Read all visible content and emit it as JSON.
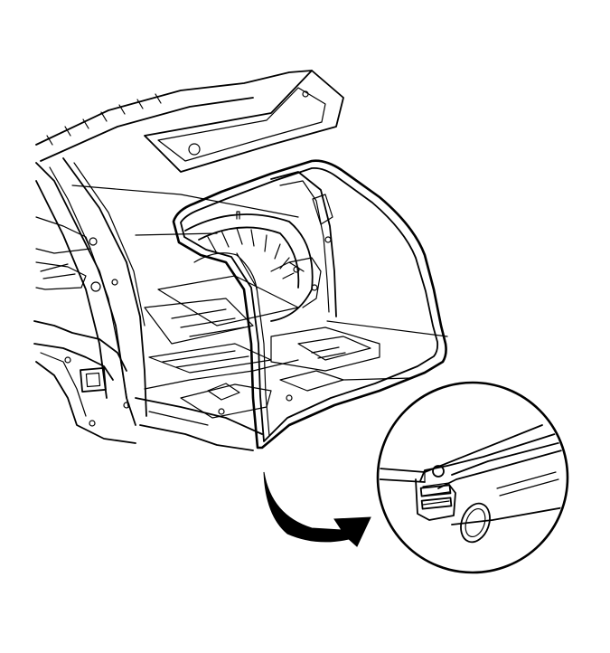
{
  "diagram": {
    "components": [
      {
        "name": "vehicle-body-rear",
        "kind": "illustration"
      },
      {
        "name": "liftgate-opening-weatherstrip",
        "kind": "illustration"
      },
      {
        "name": "weatherstrip-cross-section-detail",
        "kind": "illustration"
      },
      {
        "name": "detail-pointer-arrow",
        "kind": "callout"
      }
    ],
    "colors": {
      "line": "#000000",
      "background": "#ffffff",
      "arrow_fill": "#000000"
    }
  }
}
